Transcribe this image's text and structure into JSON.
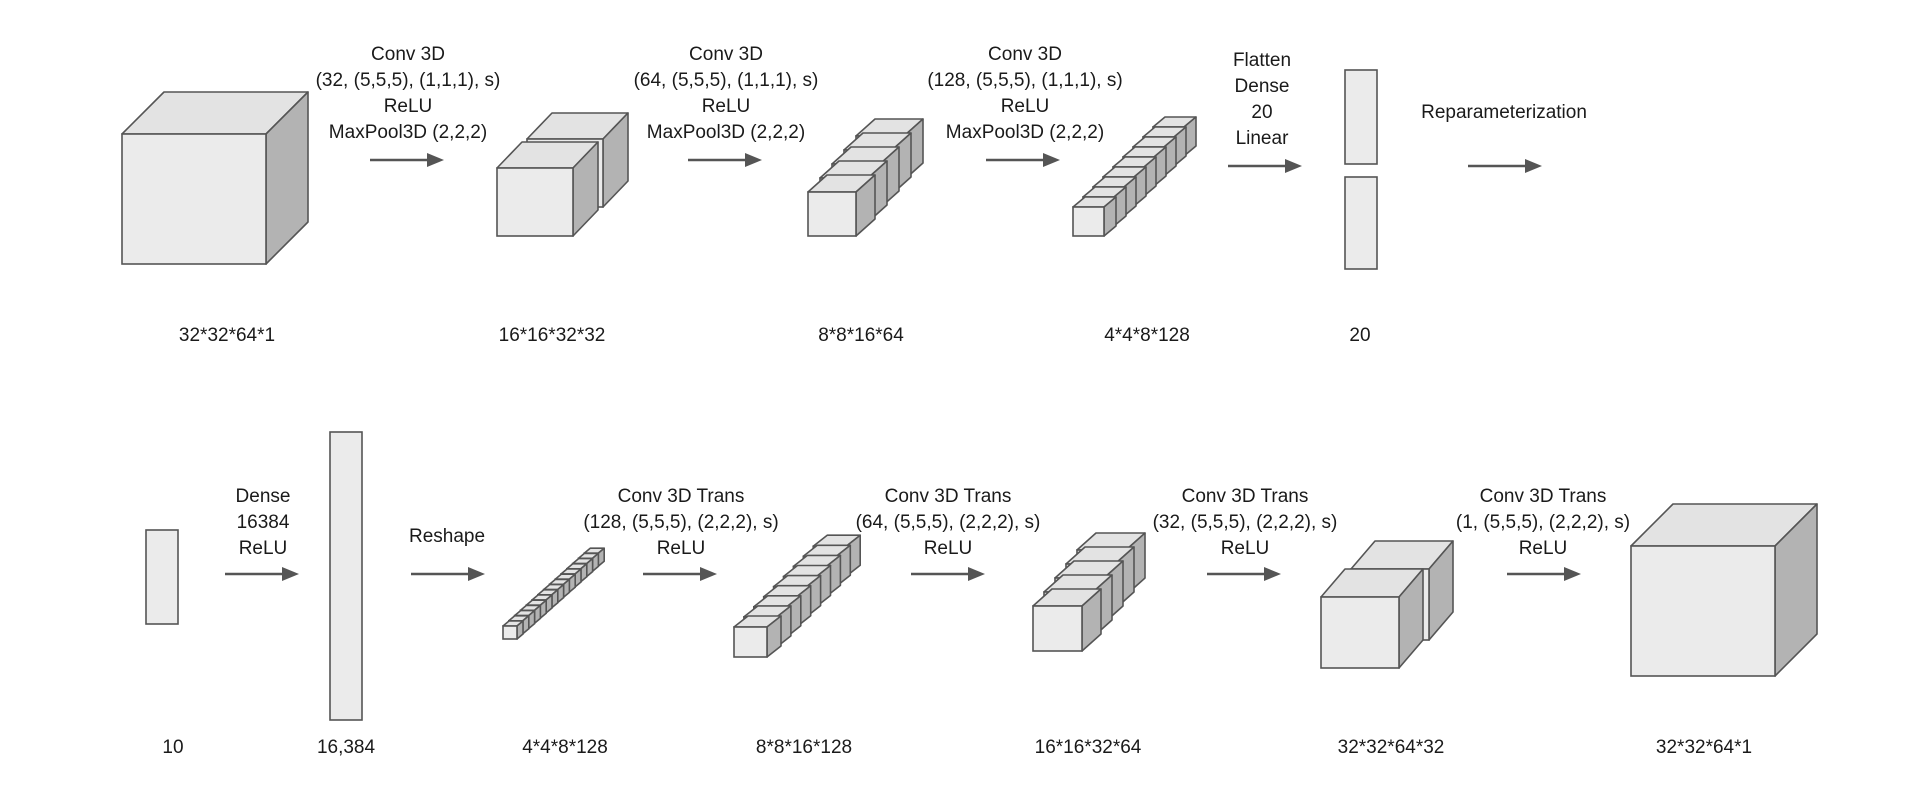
{
  "encoder": {
    "stages": [
      {
        "label": "32*32*64*1"
      },
      {
        "label": "16*16*32*32"
      },
      {
        "label": "8*8*16*64"
      },
      {
        "label": "4*4*8*128"
      },
      {
        "label": "20"
      }
    ],
    "ops": [
      {
        "lines": [
          "Conv 3D",
          "(32, (5,5,5), (1,1,1), s)",
          "ReLU",
          "MaxPool3D (2,2,2)"
        ]
      },
      {
        "lines": [
          "Conv 3D",
          "(64, (5,5,5), (1,1,1), s)",
          "ReLU",
          "MaxPool3D (2,2,2)"
        ]
      },
      {
        "lines": [
          "Conv 3D",
          "(128, (5,5,5), (1,1,1), s)",
          "ReLU",
          "MaxPool3D (2,2,2)"
        ]
      },
      {
        "lines": [
          "Flatten",
          "Dense",
          "20",
          "Linear"
        ]
      },
      {
        "lines": [
          "Reparameterization"
        ]
      }
    ]
  },
  "decoder": {
    "stages": [
      {
        "label": "10"
      },
      {
        "label": "16,384"
      },
      {
        "label": "4*4*8*128"
      },
      {
        "label": "8*8*16*128"
      },
      {
        "label": "16*16*32*64"
      },
      {
        "label": "32*32*64*32"
      },
      {
        "label": "32*32*64*1"
      }
    ],
    "ops": [
      {
        "lines": [
          "Dense",
          "16384",
          "ReLU"
        ]
      },
      {
        "lines": [
          "Reshape"
        ]
      },
      {
        "lines": [
          "Conv 3D Trans",
          "(128, (5,5,5), (2,2,2), s)",
          "ReLU"
        ]
      },
      {
        "lines": [
          "Conv 3D Trans",
          "(64, (5,5,5), (2,2,2), s)",
          "ReLU"
        ]
      },
      {
        "lines": [
          "Conv 3D Trans",
          "(32, (5,5,5), (2,2,2), s)",
          "ReLU"
        ]
      },
      {
        "lines": [
          "Conv 3D Trans",
          "(1, (5,5,5), (2,2,2), s)",
          "ReLU"
        ]
      }
    ]
  },
  "colors": {
    "face_front": "#ebebeb",
    "face_top": "#e3e3e3",
    "face_side": "#b3b3b3",
    "stroke": "#555555",
    "arrow": "#555555",
    "text": "#1a1a1a"
  }
}
